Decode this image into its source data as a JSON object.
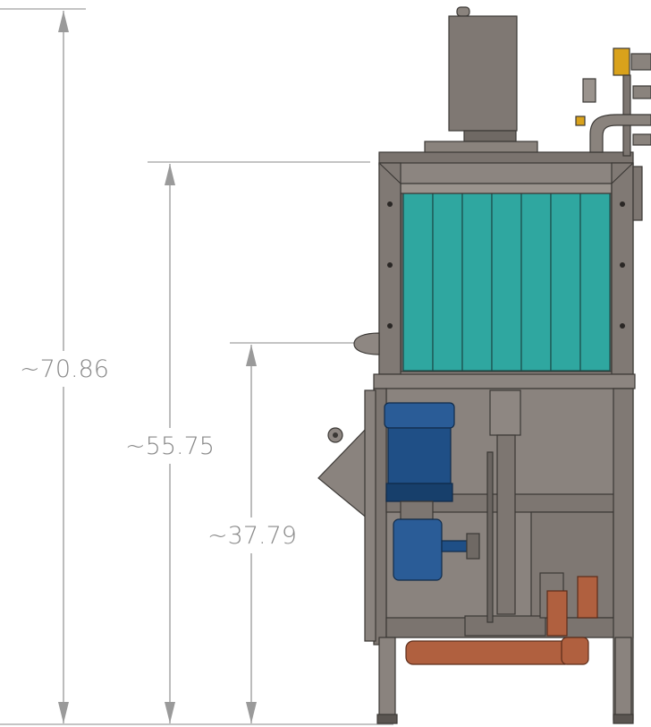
{
  "dimensions": [
    {
      "id": "overall-height",
      "label": "~70.86"
    },
    {
      "id": "hood-height",
      "label": "~55.75"
    },
    {
      "id": "chute-height",
      "label": "~37.79"
    }
  ],
  "colors": {
    "frame": "#7d7671",
    "frame_dark": "#4c4845",
    "panel_teal": "#2fa7a0",
    "motor_blue": "#1f4f86",
    "pipe_copper": "#b0603f",
    "valve_yellow": "#d9a21c",
    "dimension_line": "#9a9a9a"
  }
}
